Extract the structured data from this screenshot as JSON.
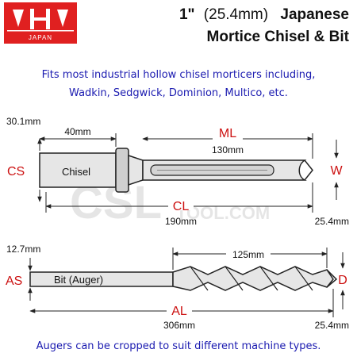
{
  "logo": {
    "letters": "VHV",
    "subtitle": "JAPAN",
    "color": "#e02020"
  },
  "header": {
    "size_bold": "1\"",
    "size_metric": "(25.4mm)",
    "title_line1": "Japanese",
    "title_line2": "Mortice Chisel & Bit"
  },
  "note_top": {
    "line1": "Fits most industrial hollow chisel morticers including,",
    "line2": "Wadkin, Sedgwick, Dominion, Multico, etc."
  },
  "watermark": {
    "big": "CSL",
    "small": "TOOL.COM"
  },
  "chisel": {
    "shank_dia": "30.1mm",
    "shank_len": "40mm",
    "ml_label": "ML",
    "ml_value": "130mm",
    "cs_label": "CS",
    "w_label": "W",
    "body_label": "Chisel",
    "cl_label": "CL",
    "cl_value": "190mm",
    "width_value": "25.4mm"
  },
  "bit": {
    "shank_dia": "12.7mm",
    "flute_len": "125mm",
    "as_label": "AS",
    "d_label": "D",
    "body_label": "Bit (Auger)",
    "al_label": "AL",
    "al_value": "306mm",
    "dia_value": "25.4mm"
  },
  "note_bottom": "Augers can be cropped to suit different machine types.",
  "colors": {
    "red": "#cc1111",
    "blue": "#1a1ab0",
    "tool_fill": "#e6e6e6",
    "outline": "#222222"
  }
}
